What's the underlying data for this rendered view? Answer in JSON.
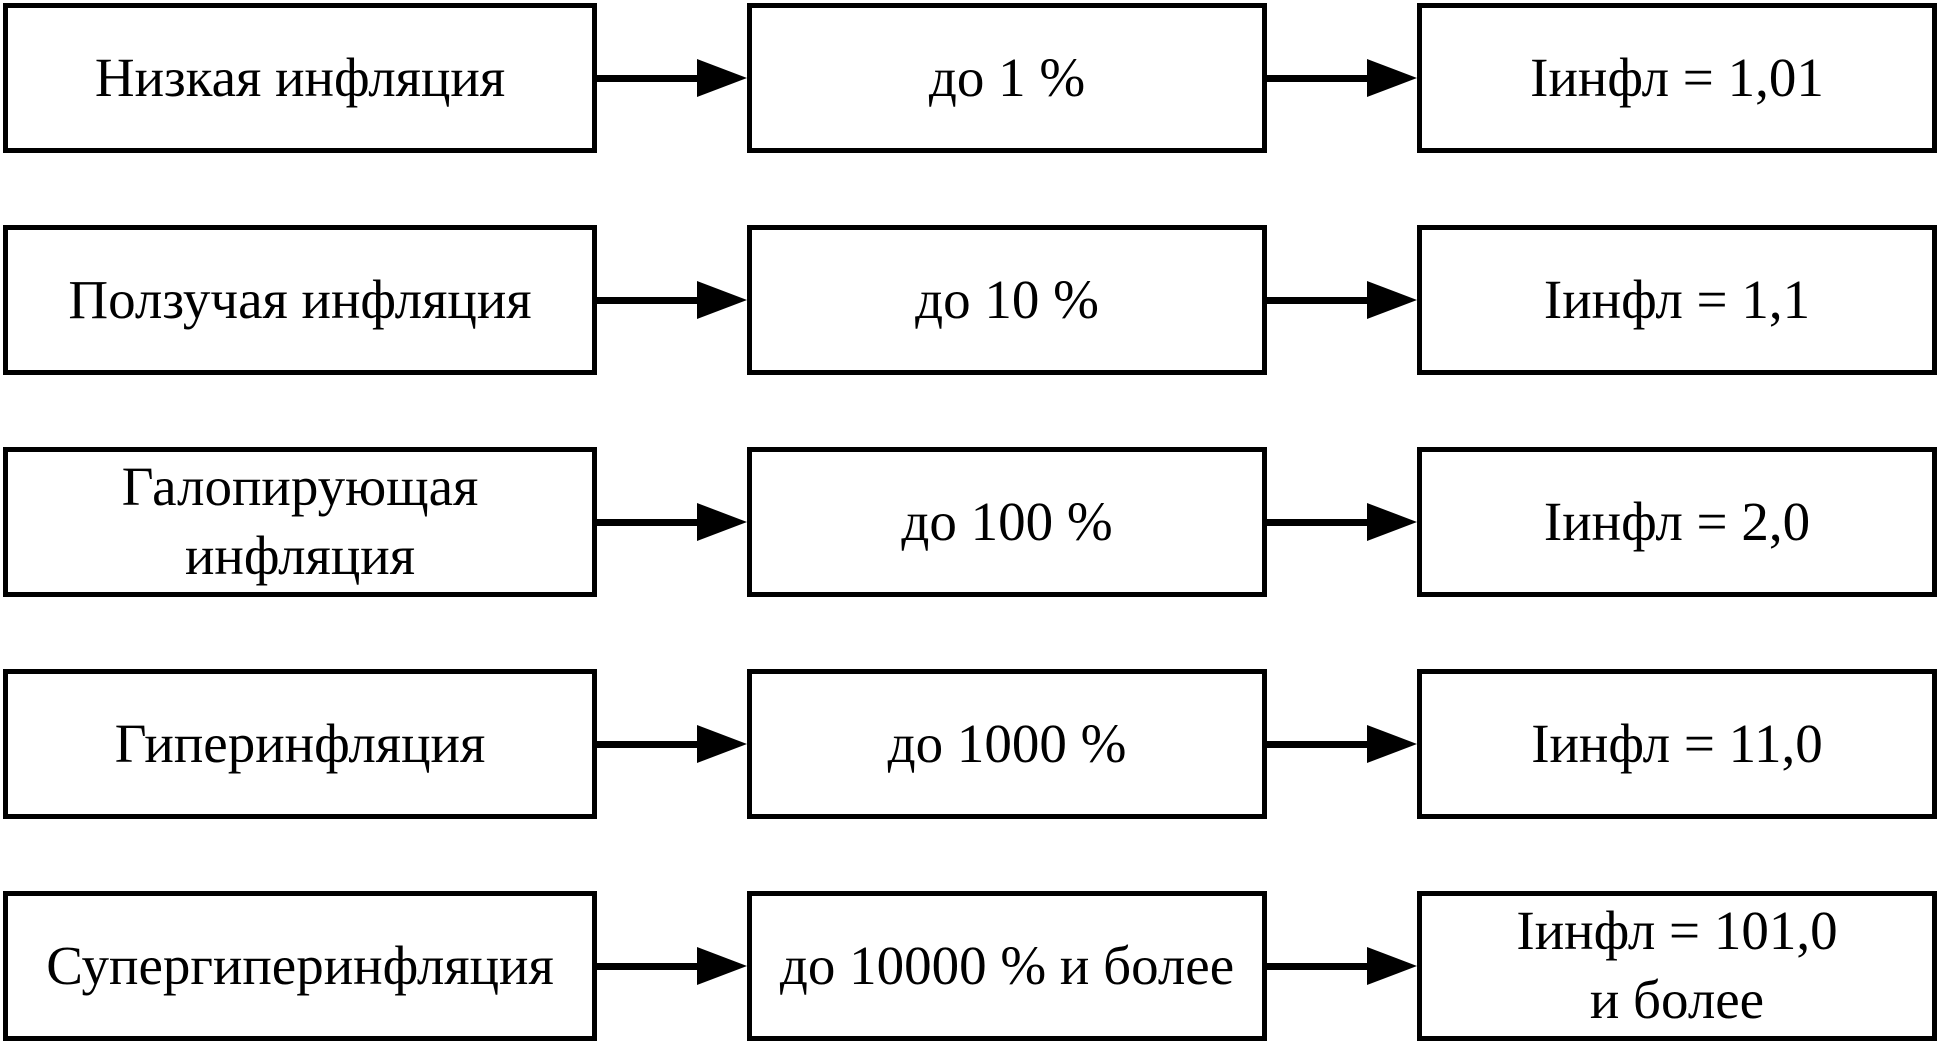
{
  "diagram": {
    "colors": {
      "line": "#000000",
      "text": "#000000",
      "box_fill": "#ffffff",
      "background": "#ffffff"
    },
    "arrow_icon": "right-arrow",
    "columns": [
      "inflation-type",
      "inflation-rate",
      "inflation-index"
    ],
    "rows": [
      {
        "type": "Низкая инфляция",
        "rate": "до 1 %",
        "index": "Iинфл = 1,01"
      },
      {
        "type": "Ползучая инфляция",
        "rate": "до 10 %",
        "index": "Iинфл = 1,1"
      },
      {
        "type": "Галопирующая\nинфляция",
        "rate": "до 100 %",
        "index": "Iинфл = 2,0"
      },
      {
        "type": "Гиперинфляция",
        "rate": "до 1000 %",
        "index": "Iинфл = 11,0"
      },
      {
        "type": "Супергиперинфляция",
        "rate": "до 10000 % и более",
        "index": "Iинфл = 101,0\nи более"
      }
    ]
  }
}
